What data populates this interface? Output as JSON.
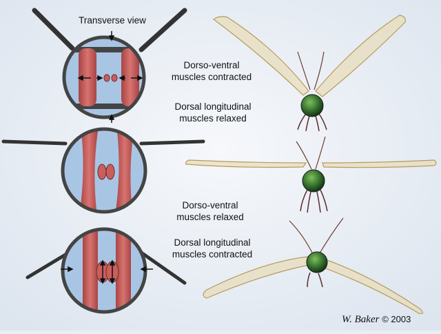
{
  "title": "Transverse view",
  "labels": {
    "dv_contracted": [
      "Dorso-ventral",
      "muscles contracted"
    ],
    "dl_relaxed": [
      "Dorsal longitudinal",
      "muscles relaxed"
    ],
    "dv_relaxed": [
      "Dorso-ventral",
      "muscles relaxed"
    ],
    "dl_contracted": [
      "Dorsal longitudinal",
      "muscles contracted"
    ]
  },
  "credit": {
    "name": "W. Baker",
    "year": "© 2003"
  },
  "colors": {
    "background": "#e9eef5",
    "thorax_fill": "#a9c5e4",
    "thorax_outline": "#444444",
    "muscle": "#c95f5c",
    "muscle_dark": "#9a3b3a",
    "wing": "#d9c79a",
    "insect_head": "#2e5a2a"
  },
  "stages": [
    {
      "name": "upstroke-start",
      "wing_position": "up"
    },
    {
      "name": "mid-stroke",
      "wing_position": "level"
    },
    {
      "name": "downstroke",
      "wing_position": "down"
    }
  ]
}
